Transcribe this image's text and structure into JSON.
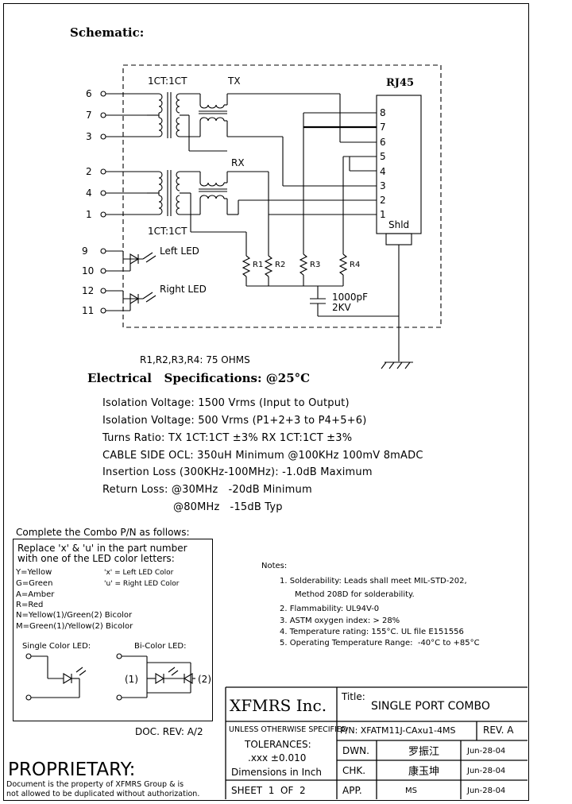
{
  "schematic": {
    "heading": "Schematic:",
    "tx_ratio": "1CT:1CT",
    "tx_label": "TX",
    "rx_label": "RX",
    "rx_ratio": "1CT:1CT",
    "connector": "RJ45",
    "shield": "Shld",
    "pins_left": [
      "6",
      "7",
      "3",
      "2",
      "4",
      "1"
    ],
    "pins_rj45": [
      "8",
      "7",
      "6",
      "5",
      "4",
      "3",
      "2",
      "1"
    ],
    "led_pins": [
      "9",
      "10",
      "12",
      "11"
    ],
    "left_led": "Left LED",
    "right_led": "Right LED",
    "resistors": [
      "R1",
      "R2",
      "R3",
      "R4"
    ],
    "cap_value": "1000pF",
    "cap_voltage": "2KV",
    "resistor_note": "R1,R2,R3,R4: 75 OHMS"
  },
  "electrical": {
    "heading": "Electrical   Specifications: @25°C",
    "lines": [
      "Isolation Voltage:  1500 Vrms (Input to Output)",
      "Isolation Voltage:  500 Vrms (P1+2+3 to P4+5+6)",
      "Turns Ratio: TX 1CT:1CT ±3% RX 1CT:1CT ±3%",
      "CABLE SIDE OCL: 350uH Minimum @100KHz 100mV 8mADC",
      "Insertion Loss (300KHz-100MHz): -1.0dB Maximum",
      "Return Loss: @30MHz   -20dB Minimum",
      "@80MHz   -15dB Typ"
    ]
  },
  "combo": {
    "heading": "Complete the Combo P/N as follows:",
    "replace_1": "Replace 'x' & 'u' in the part number",
    "replace_2": "with one of the LED color letters:",
    "colors": [
      "Y=Yellow",
      "G=Green",
      "A=Amber",
      "R=Red",
      "N=Yellow(1)/Green(2) Bicolor",
      "M=Green(1)/Yellow(2) Bicolor"
    ],
    "x_desc": "'x' = Left LED Color",
    "u_desc": "'u' = Right LED Color",
    "single_led": "Single Color LED:",
    "bi_led": "Bi-Color LED:",
    "bi_1": "(1)",
    "bi_2": "(2)"
  },
  "notes": {
    "heading": "Notes:",
    "items": [
      "1. Solderability: Leads shall meet MIL-STD-202,",
      "Method 208D for solderability.",
      "2. Flammability: UL94V-0",
      "3. ASTM oxygen index: > 28%",
      "4. Temperature rating: 155°C. UL file E151556",
      "5. Operating Temperature Range:  -40°C to +85°C"
    ]
  },
  "doc_rev": "DOC. REV: A/2",
  "proprietary": {
    "title": "PROPRIETARY:",
    "line1": "Document is the property of XFMRS Group & is",
    "line2": "not allowed to be duplicated without authorization."
  },
  "title_block": {
    "company": "XFMRS Inc.",
    "title_label": "Title:",
    "title": "SINGLE PORT COMBO",
    "unless": "UNLESS OTHERWISE SPECIFIED",
    "pn": "P/N: XFATM11J-CAxu1-4MS",
    "rev": "REV. A",
    "tolerances": "TOLERANCES:",
    "tol_value": ".xxx ±0.010",
    "dimensions": "Dimensions in Inch",
    "sheet": "SHEET  1  OF  2",
    "dwn": "DWN.",
    "chk": "CHK.",
    "app": "APP.",
    "dwn_name": "罗振江",
    "chk_name": "康玉坤",
    "app_name": "MS",
    "dwn_date": "Jun-28-04",
    "chk_date": "Jun-28-04",
    "app_date": "Jun-28-04"
  }
}
